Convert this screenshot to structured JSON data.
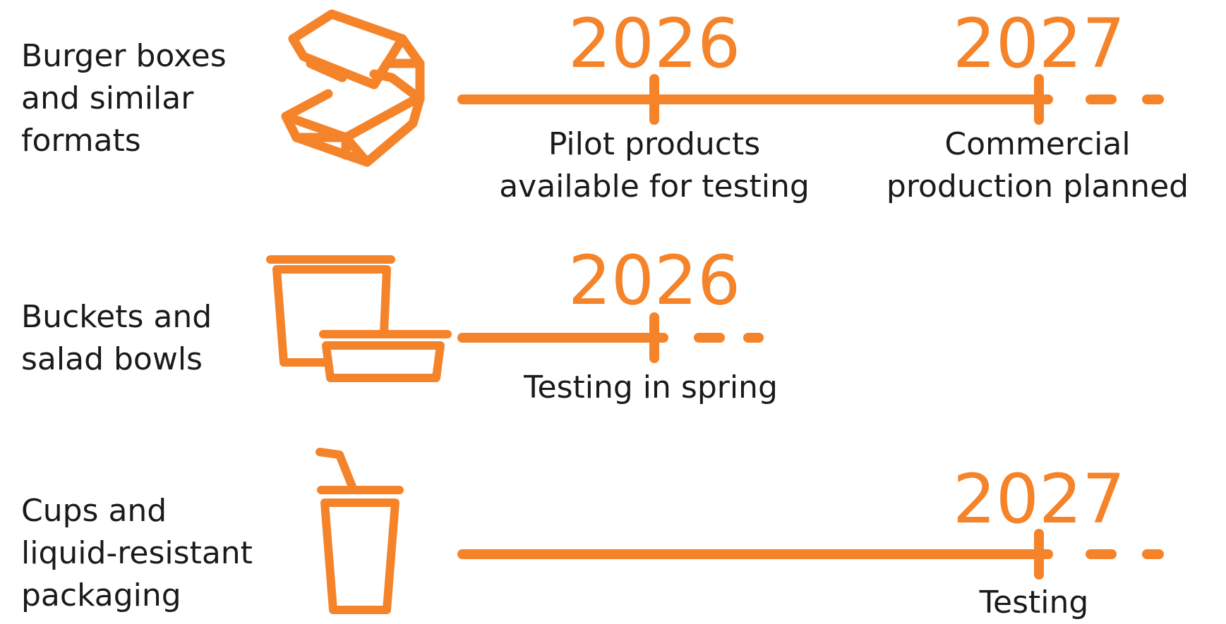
{
  "accent_color": "#f5832a",
  "text_color": "#1a1a1a",
  "rows": [
    {
      "category": [
        "Burger boxes",
        "and similar",
        "formats"
      ],
      "icon": "burger-box-icon",
      "milestones": [
        {
          "year": "2026",
          "caption": [
            "Pilot products",
            "available for testing"
          ]
        },
        {
          "year": "2027",
          "caption": [
            "Commercial",
            "production planned"
          ]
        }
      ]
    },
    {
      "category": [
        "Buckets and",
        "salad bowls"
      ],
      "icon": "bucket-bowl-icon",
      "milestones": [
        {
          "year": "2026",
          "caption": [
            "Testing in spring"
          ]
        }
      ]
    },
    {
      "category": [
        "Cups and",
        "liquid-resistant",
        "packaging"
      ],
      "icon": "cup-straw-icon",
      "milestones": [
        {
          "year": "2027",
          "caption": [
            "Testing"
          ]
        }
      ]
    }
  ]
}
